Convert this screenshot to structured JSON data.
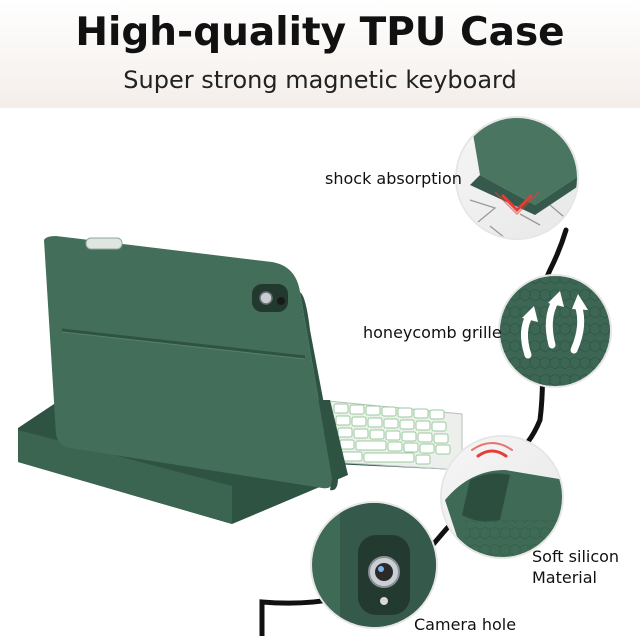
{
  "header": {
    "title": "High-quality TPU Case",
    "subtitle": "Super strong magnetic keyboard"
  },
  "features": [
    {
      "label": "shock absorption",
      "icon": "shock-absorption-icon"
    },
    {
      "label": "honeycomb grille",
      "icon": "honeycomb-grille-icon"
    },
    {
      "label_line1": "Soft silicon",
      "label_line2": "Material",
      "icon": "soft-silicon-icon"
    },
    {
      "label": "Camera hole",
      "icon": "camera-hole-icon"
    }
  ],
  "colors": {
    "case_green": "#3f6a55",
    "case_dark": "#2f5343",
    "accent_red": "#e33d36",
    "accent_blue": "#7fb1ea",
    "cable": "#111111"
  }
}
